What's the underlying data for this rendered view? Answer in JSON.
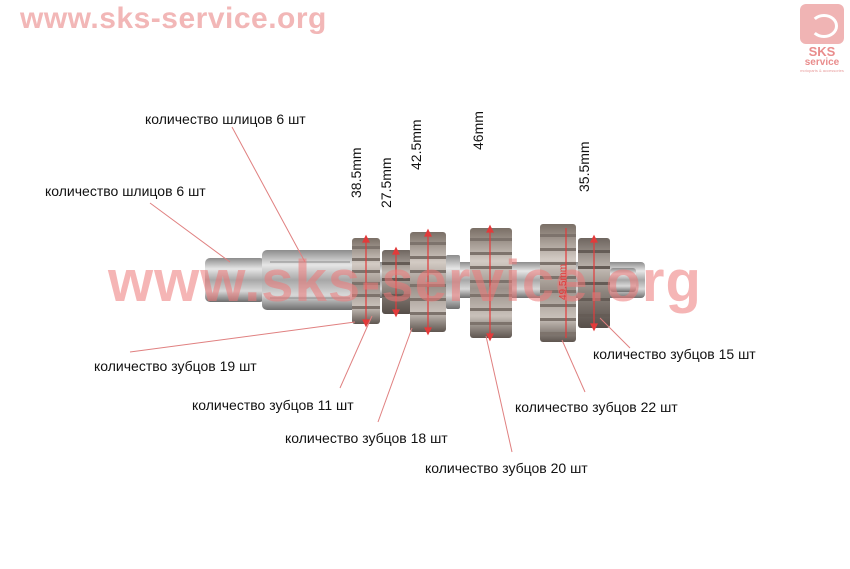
{
  "watermark": {
    "top": "www.sks-service.org",
    "center": "www.sks-service.org"
  },
  "logo": {
    "line1": "SKS",
    "line2": "service",
    "line3": "motoparts & accessories"
  },
  "labels": {
    "splines_top": "количество шлицов 6 шт",
    "splines_left": "количество шлицов 6 шт",
    "teeth_19": "количество зубцов 19 шт",
    "teeth_11": "количество зубцов 11 шт",
    "teeth_18": "количество зубцов 18 шт",
    "teeth_20": "количество зубцов 20 шт",
    "teeth_22": "количество зубцов 22 шт",
    "teeth_15": "количество зубцов 15 шт"
  },
  "dimensions": {
    "d1": "38.5mm",
    "d2": "27.5mm",
    "d3": "42.5mm",
    "d4": "46mm",
    "d5": "35.5mm",
    "d6": "49.5mm"
  },
  "colors": {
    "watermark": "#f2b7b7",
    "arrow": "#e23b3b",
    "leader": "#e07a7a",
    "steel": "#b9b9b9"
  }
}
